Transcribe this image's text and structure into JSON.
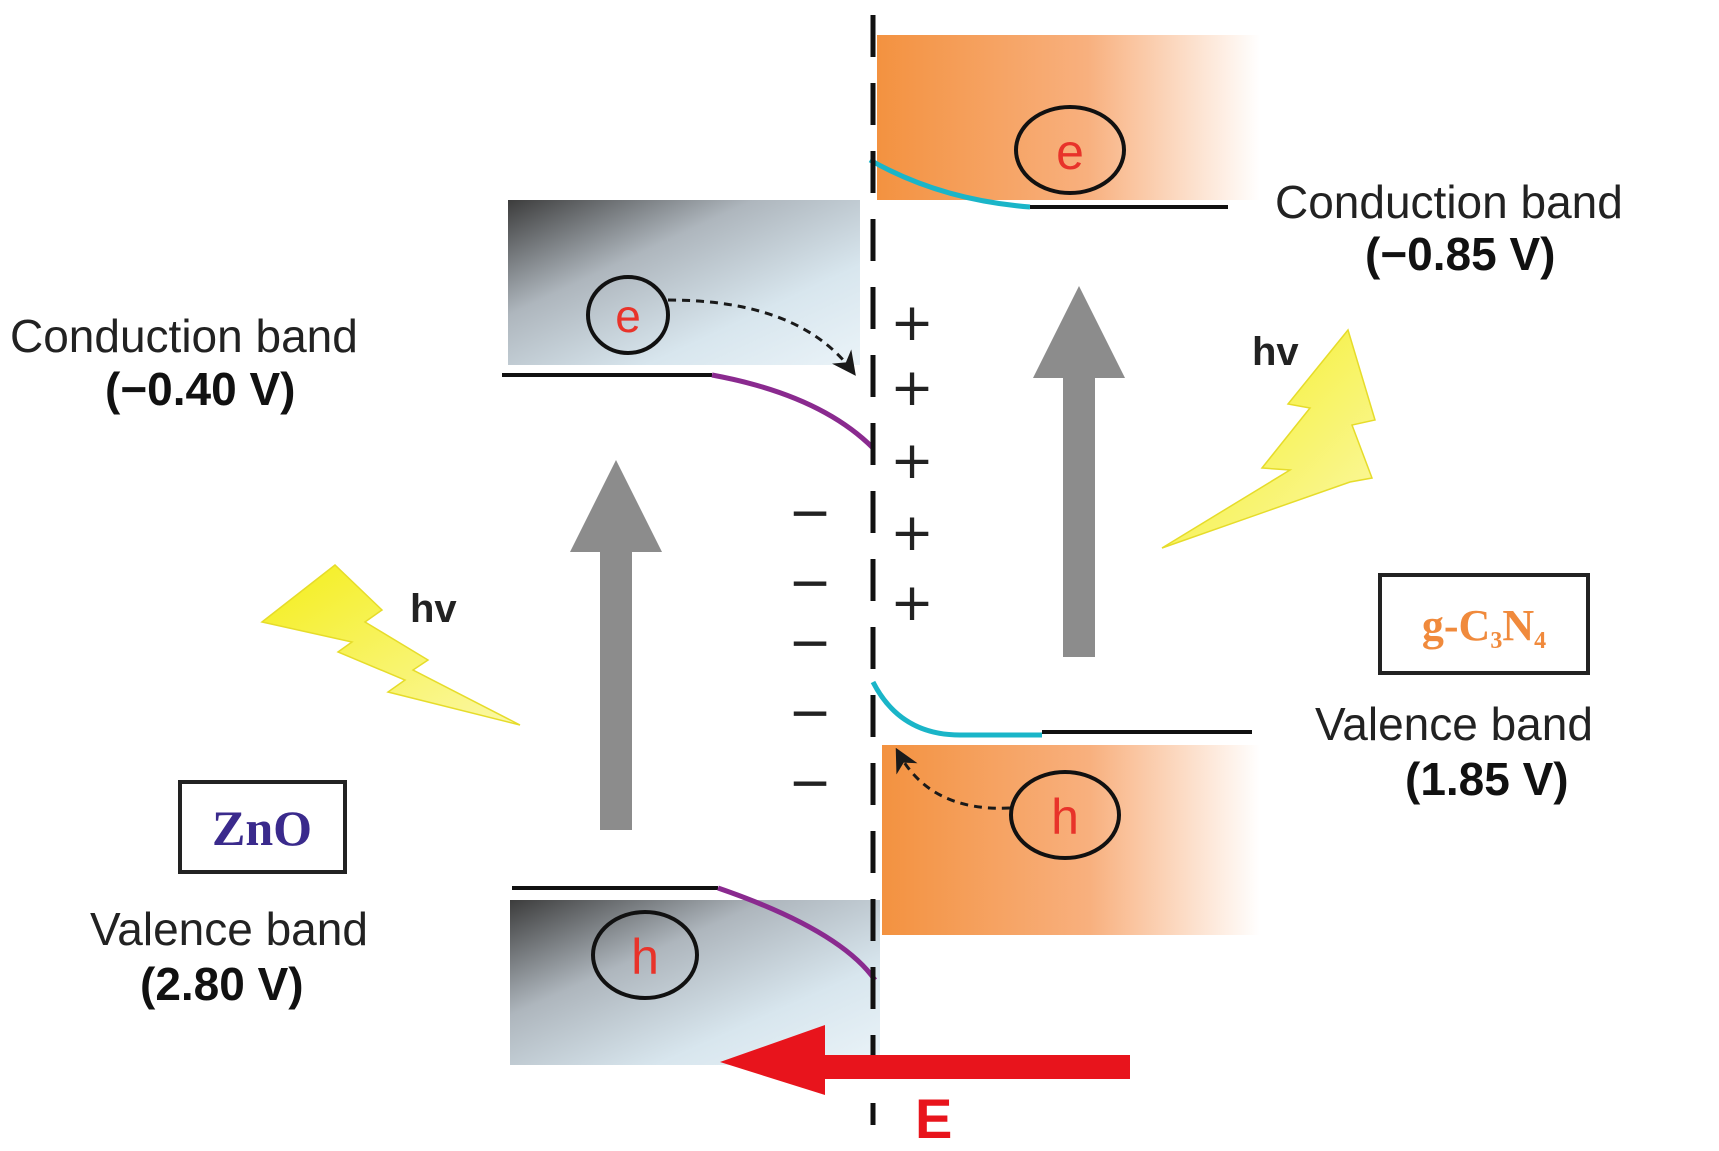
{
  "zno": {
    "name": "ZnO",
    "conduction_label": "Conduction band",
    "conduction_value": "(−0.40 V)",
    "valence_label": "Valence band",
    "valence_value": "(2.80 V)"
  },
  "gcn": {
    "name_base": "g-C",
    "name_sub1": "3",
    "name_mid": "N",
    "name_sub2": "4",
    "conduction_label": "Conduction band",
    "conduction_value": "(−0.85 V)",
    "valence_label": "Valence band",
    "valence_value": "(1.85 V)"
  },
  "carriers": {
    "electron": "e",
    "hole": "h"
  },
  "light_left": "hv",
  "light_right": "hv",
  "charges": {
    "plus": "+",
    "minus": "−"
  },
  "field_label": "E",
  "colors": {
    "zno_name": "#3a2a8c",
    "gcn_name": "#f08a3c",
    "carrier_letter": "#e8332a",
    "zno_bend": "#8a2a8f",
    "gcn_bend": "#1ab5c8",
    "field_arrow": "#e8141c",
    "transition_arrow": "#8c8c8c",
    "lightning": "#f2ea18"
  }
}
